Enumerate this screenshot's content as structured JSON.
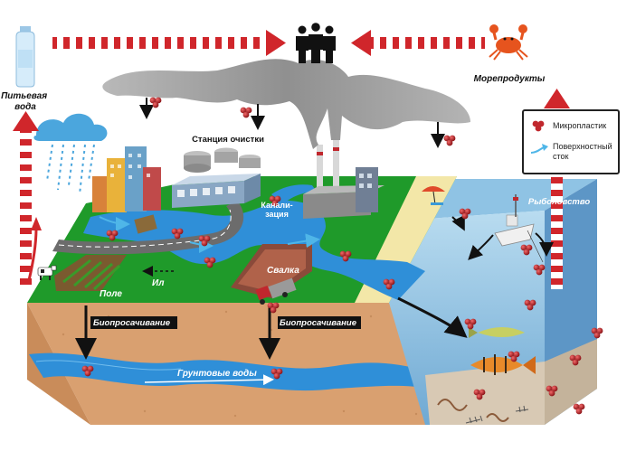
{
  "labels": {
    "drinking_water": "Питьевая вода",
    "seafood": "Морепродукты",
    "treatment_plant": "Станция очистки",
    "sewer": "Канали-зация",
    "landfill": "Свалка",
    "fishing": "Рыболовство",
    "field": "Поле",
    "silt": "Ил",
    "bioleaching_left": "Биопросачивание",
    "bioleaching_right": "Биопросачивание",
    "groundwater": "Грунтовые воды"
  },
  "legend": {
    "microplastic": "Микропластик",
    "surface_runoff": "Поверхностный сток"
  },
  "colors": {
    "grass": "#1f9a2a",
    "soil": "#d9a070",
    "water": "#2f8fd8",
    "ocean": "#9ec9e6",
    "particle": "#c0272d",
    "arrow_red": "#d0262b"
  }
}
